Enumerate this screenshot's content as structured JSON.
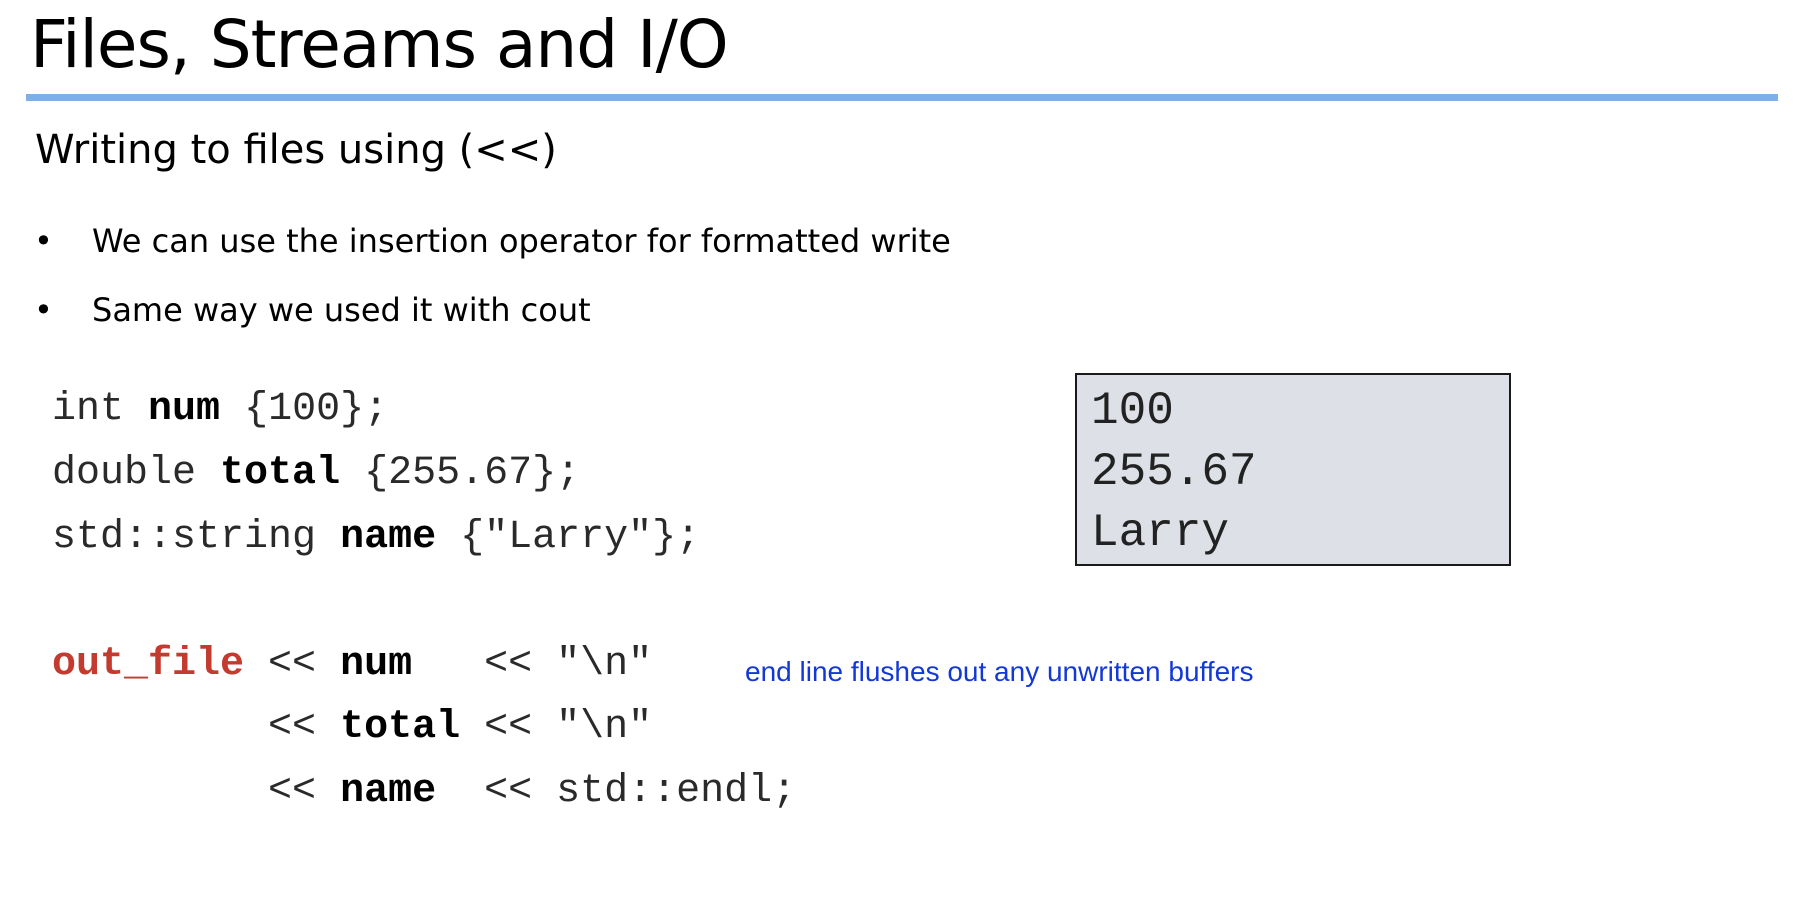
{
  "slide": {
    "title": "Files, Streams and I/O",
    "subtitle": "Writing to files using  (<<)",
    "bullets": [
      "We can use the insertion operator for formatted write",
      "Same way we used it with cout"
    ],
    "bullet_symbol": "•",
    "declarations": [
      {
        "type": "int",
        "name": "num",
        "init": "{100};"
      },
      {
        "type": "double",
        "name": "total",
        "init": "{255.67};"
      },
      {
        "type": "std::string",
        "name": "name",
        "init": "{\"Larry\"};"
      }
    ],
    "stream_code": {
      "stream_var": "out_file",
      "lines": [
        {
          "op1": "<<",
          "var": "num",
          "op2": "<<",
          "val": "\"\\n\""
        },
        {
          "op1": "<<",
          "var": "total",
          "op2": "<<",
          "val": "\"\\n\""
        },
        {
          "op1": "<<",
          "var": "name",
          "op2": "<<",
          "val": "std::endl;"
        }
      ]
    },
    "output_lines": [
      "100",
      "255.67",
      "Larry"
    ],
    "note": "end line flushes out any unwritten buffers",
    "colors": {
      "rule": "#7fb0e3",
      "stream_var": "#c33a2e",
      "note": "#1238d8",
      "output_bg": "#dde0e7"
    }
  }
}
